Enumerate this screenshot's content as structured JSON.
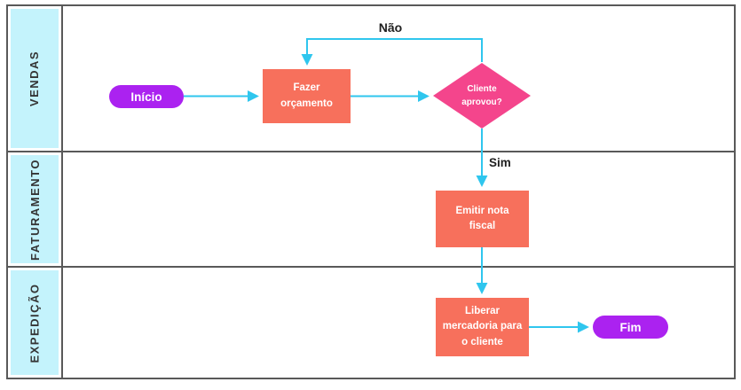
{
  "colors": {
    "lane-fill": "#C4F3FC",
    "frame-border": "#595959",
    "process-fill": "#F7705C",
    "decision-fill": "#F4458C",
    "terminator-fill": "#AB22F0",
    "connector": "#2FC6EE",
    "shape-text": "#FFFFFF",
    "label-text": "#1F1F1F"
  },
  "lanes": [
    {
      "label": "VENDAS"
    },
    {
      "label": "FATURAMENTO"
    },
    {
      "label": "EXPEDIÇÃO"
    }
  ],
  "nodes": {
    "start": {
      "label": "Início"
    },
    "make_quote": {
      "label": "Fazer orçamento"
    },
    "client_approved": {
      "label": "Cliente aprovou?"
    },
    "issue_invoice": {
      "label": "Emitir nota fiscal"
    },
    "release_goods": {
      "label": "Liberar mercadoria para o cliente"
    },
    "end": {
      "label": "Fim"
    }
  },
  "edge_labels": {
    "no": "Não",
    "yes": "Sim"
  }
}
